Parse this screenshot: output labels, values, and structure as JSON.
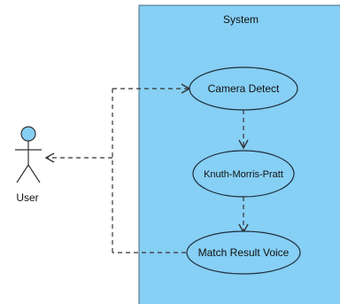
{
  "diagram": {
    "system": {
      "label": "System",
      "fill": "#86cff5",
      "stroke": "#4a6b80"
    },
    "actor": {
      "label": "User",
      "head_fill": "#86cff5",
      "stroke": "#333333"
    },
    "use_cases": [
      {
        "label": "Camera Detect"
      },
      {
        "label": "Knuth-Morris-Pratt"
      },
      {
        "label": "Match Result Voice"
      }
    ],
    "ellipse_fill": "#86cff5",
    "ellipse_stroke": "#1f2f3a",
    "dashed_line_color": "#333333"
  }
}
